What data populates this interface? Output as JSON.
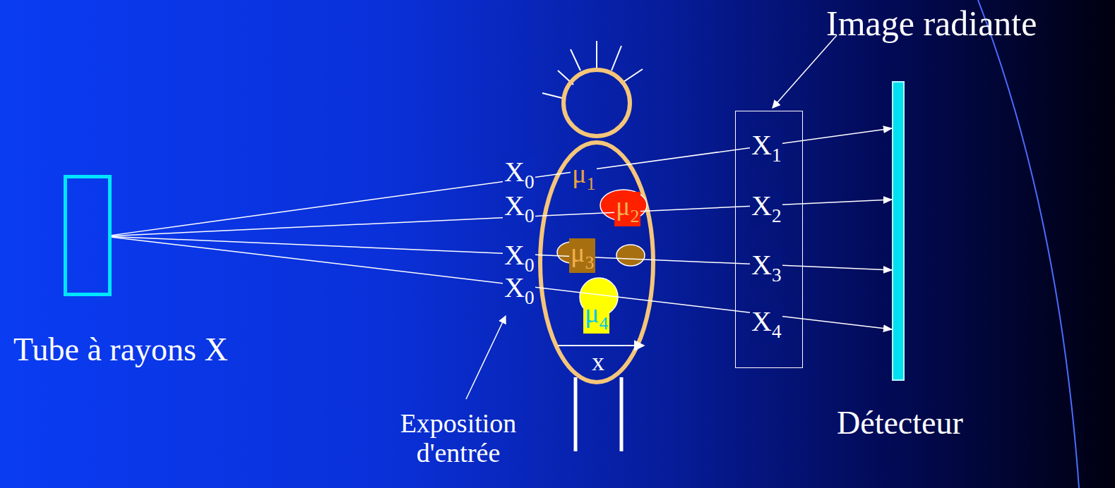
{
  "diagram": {
    "nodes": [
      {
        "text": [
          "Tube à rayons X"
        ]
      },
      {
        "text": [
          "X1",
          "X2",
          "X3",
          "X4"
        ]
      },
      {
        "text": [
          "Détecteur"
        ]
      }
    ],
    "edges": [
      {
        "from": 0,
        "to": 2,
        "arrow": "to"
      },
      {
        "from": 0,
        "to": 2,
        "arrow": "to"
      },
      {
        "from": 0,
        "to": 2,
        "arrow": "to"
      },
      {
        "from": 0,
        "to": 2,
        "arrow": "to"
      }
    ],
    "labels": [
      "Image radiante",
      "X0",
      "X0",
      "X0",
      "X0",
      "μ1",
      "μ2",
      "μ3",
      "μ4",
      "x",
      "Exposition d'entrée"
    ]
  }
}
